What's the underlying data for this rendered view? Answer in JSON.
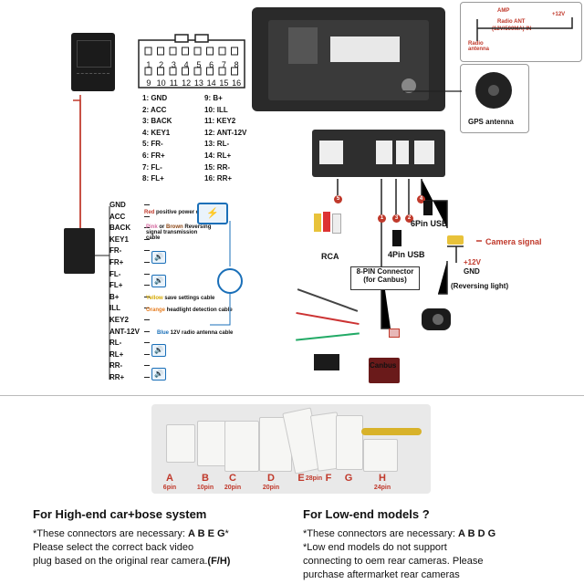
{
  "connector_pins": {
    "top_row": [
      "1",
      "2",
      "3",
      "4",
      "5",
      "6",
      "7",
      "8"
    ],
    "bottom_row": [
      "9",
      "10",
      "11",
      "12",
      "13",
      "14",
      "15",
      "16"
    ]
  },
  "pin_legend_left": [
    "1: GND",
    "2: ACC",
    "3: BACK",
    "4: KEY1",
    "5: FR-",
    "6: FR+",
    "7: FL-",
    "8: FL+"
  ],
  "pin_legend_right": [
    "9: B+",
    "10: ILL",
    "11: KEY2",
    "12: ANT-12V",
    "13: RL-",
    "14: RL+",
    "15: RR-",
    "16: RR+"
  ],
  "harness_labels": [
    "GND",
    "ACC",
    "BACK",
    "KEY1",
    "FR-",
    "FR+",
    "FL-",
    "FL+",
    "B+",
    "ILL",
    "KEY2",
    "ANT-12V",
    "RL-",
    "RL+",
    "RR-",
    "RR+"
  ],
  "harness_notes": {
    "acc_red": "Red",
    "acc_rest": " positive power cable",
    "back_pink": "Pink",
    "back_mid": " or ",
    "back_brown": "Brown",
    "back_rest": " Reversing signal transmission cable",
    "bplus_yellow": "Yellow",
    "bplus_rest": " save settings cable",
    "ill_orange": "Orange",
    "ill_rest": " headlight detection cable",
    "ant_blue": "Blue",
    "ant_rest": " 12V radio antenna cable"
  },
  "antenna_box": {
    "amp": "AMP",
    "radio_ant": "Radio ANT",
    "radio_ant_spec": "(12V/500MA) IN",
    "plus12": "+12V",
    "radio_antenna": "Radio antenna"
  },
  "gps_label": "GPS antenna",
  "accessories": {
    "rca": "RCA",
    "six_pin_usb": "6Pin USB",
    "four_pin_usb": "4Pin USB",
    "camera_signal": "Camera signal",
    "plus12v": "+12V",
    "gnd": "GND",
    "reversing_light": "(Reversing light)",
    "eight_pin_l1": "8-PIN Connector",
    "eight_pin_l2": "(for Canbus)",
    "canbus": "Canbus",
    "badges": [
      "5",
      "1",
      "3",
      "2",
      "4"
    ]
  },
  "connector_photo": [
    {
      "letter": "A",
      "pins": "6pin"
    },
    {
      "letter": "B",
      "pins": "10pin"
    },
    {
      "letter": "C",
      "pins": "20pin"
    },
    {
      "letter": "D",
      "pins": "20pin"
    },
    {
      "letter": "E",
      "pins": "28pin"
    },
    {
      "letter": "F",
      "pins": ""
    },
    {
      "letter": "G",
      "pins": ""
    },
    {
      "letter": "H",
      "pins": "24pin"
    }
  ],
  "left_col": {
    "heading": "For High-end car+bose system",
    "line1_text": "*These connectors are necessary: ",
    "line1_letters": "A B E G",
    "line1_tail": "*",
    "line2": "Please select the correct back video",
    "line3_text": "plug based on the original rear camera.",
    "line3_bold": "(F/H)"
  },
  "right_col": {
    "heading": "For Low-end models ?",
    "line1_text": "*These connectors are necessary: ",
    "line1_letters": "A B D G",
    "line2": "*Low end models do not support",
    "line3": "connecting to oem rear cameras. Please",
    "line4": "purchase aftermarket rear cameras"
  }
}
